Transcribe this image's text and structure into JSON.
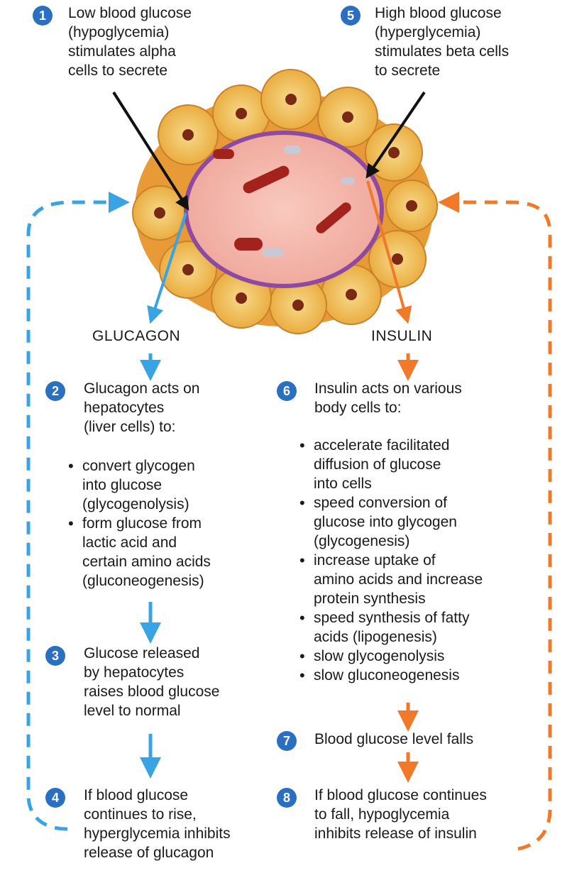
{
  "steps": {
    "s1": {
      "num": "1",
      "text": [
        "Low blood glucose",
        "(hypoglycemia)",
        "stimulates alpha",
        "cells to secrete"
      ]
    },
    "s2": {
      "num": "2",
      "text": [
        "Glucagon acts on",
        "hepatocytes",
        "(liver cells) to:"
      ],
      "bullets": [
        [
          "convert glycogen",
          "into glucose",
          "(glycogenolysis)"
        ],
        [
          "form glucose from",
          "lactic acid and",
          "certain amino acids",
          "(gluconeogenesis)"
        ]
      ]
    },
    "s3": {
      "num": "3",
      "text": [
        "Glucose released",
        "by hepatocytes",
        "raises blood glucose",
        "level to normal"
      ]
    },
    "s4": {
      "num": "4",
      "text": [
        "If blood glucose",
        "continues to rise,",
        "hyperglycemia inhibits",
        "release of glucagon"
      ]
    },
    "s5": {
      "num": "5",
      "text": [
        "High blood glucose",
        "(hyperglycemia)",
        "stimulates beta cells",
        "to secrete"
      ]
    },
    "s6": {
      "num": "6",
      "text": [
        "Insulin acts on various",
        "body cells to:"
      ],
      "bullets": [
        [
          "accelerate facilitated",
          "diffusion of glucose",
          "into cells"
        ],
        [
          "speed conversion of",
          "glucose into glycogen",
          "(glycogenesis)"
        ],
        [
          "increase uptake of",
          "amino acids and increase",
          "protein synthesis"
        ],
        [
          "speed synthesis of fatty",
          "acids (lipogenesis)"
        ],
        [
          "slow glycogenolysis"
        ],
        [
          "slow gluconeogenesis"
        ]
      ]
    },
    "s7": {
      "num": "7",
      "text": [
        "Blood glucose level falls"
      ]
    },
    "s8": {
      "num": "8",
      "text": [
        "If blood glucose continues",
        "to fall, hypoglycemia",
        "inhibits release of insulin"
      ]
    }
  },
  "labels": {
    "glucagon": "GLUCAGON",
    "insulin": "INSULIN"
  },
  "colors": {
    "glucagon_path": "#3aa3e3",
    "insulin_path": "#f07a2a",
    "badge": "#2a6fc0"
  }
}
